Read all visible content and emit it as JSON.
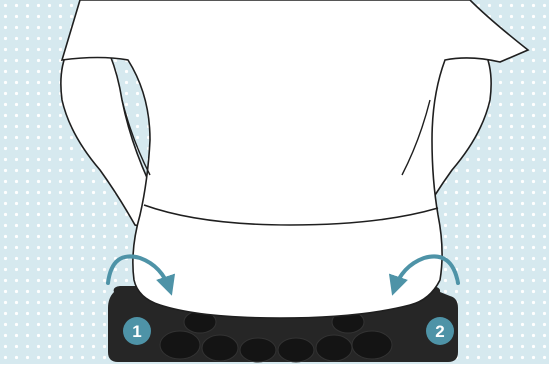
{
  "figure": {
    "colors": {
      "background_pattern": "#d6e9ef",
      "pattern_dots": "#ffffff",
      "outline": "#1f1f1f",
      "shirt": "#ffffff",
      "arrow": "#4e93a7",
      "badge": "#4e93a7",
      "cushion": "#262626",
      "cushion_bubbles": "#141414"
    },
    "icons": [
      "arrow-curve-icon",
      "step-badge-icon"
    ],
    "steps": [
      {
        "label": "1",
        "arrow_direction": "clockwise"
      },
      {
        "label": "2",
        "arrow_direction": "counter-clockwise"
      }
    ]
  }
}
